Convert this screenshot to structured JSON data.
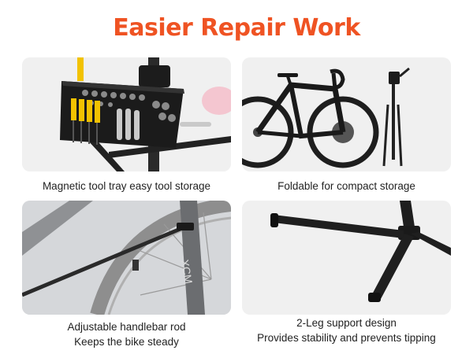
{
  "header": {
    "title": "Easier Repair Work",
    "accent_color": "#ef5323"
  },
  "features": [
    {
      "lines": [
        "Magnetic tool tray easy tool storage"
      ],
      "icon": "tool-tray-image"
    },
    {
      "lines": [
        "Foldable for compact storage"
      ],
      "icon": "folded-stand-image"
    },
    {
      "lines": [
        "Adjustable handlebar rod",
        "Keeps the bike steady"
      ],
      "icon": "handlebar-rod-image"
    },
    {
      "lines": [
        "2-Leg support design",
        "Provides stability and prevents tipping"
      ],
      "icon": "stand-legs-image"
    }
  ],
  "colors": {
    "panel_bg": "#f0f0f0",
    "product_dark": "#1e1e1e",
    "caption_text": "#222222"
  }
}
